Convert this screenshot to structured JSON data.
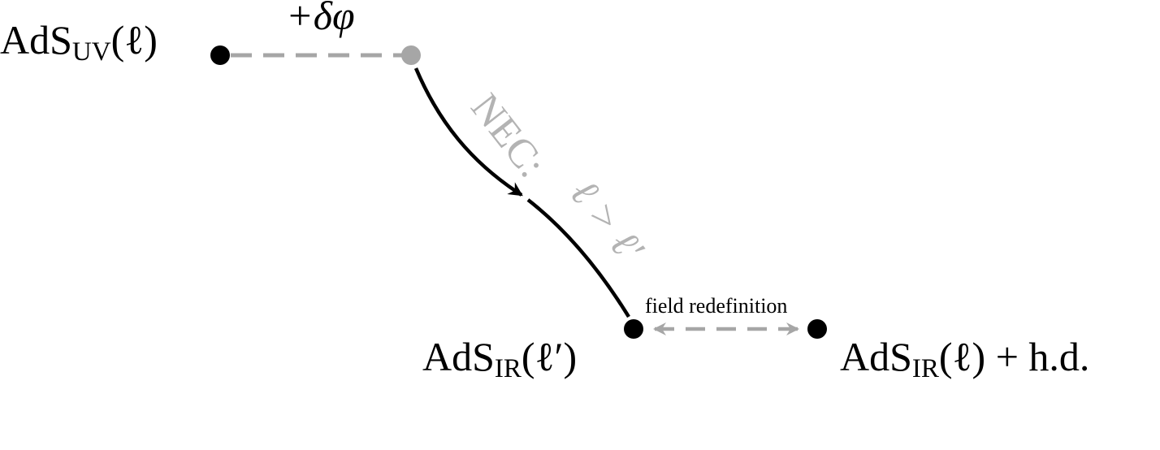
{
  "nodes": {
    "uv": {
      "base": "AdS",
      "sub": "UV",
      "arg": "(ℓ)",
      "suffix": ""
    },
    "ir_prime": {
      "base": "AdS",
      "sub": "IR",
      "arg": "(ℓ′)",
      "suffix": ""
    },
    "ir_hd": {
      "base": "AdS",
      "sub": "IR",
      "arg": "(ℓ)",
      "suffix": " + h.d."
    }
  },
  "edges": {
    "deformation": {
      "label": "+δφ"
    },
    "flow": {
      "label_nec": "NEC:",
      "label_ineq": "ℓ > ℓ′"
    },
    "redefinition": {
      "label": "field redefinition"
    }
  },
  "colors": {
    "black": "#000000",
    "gray": "#a6a6a6",
    "gray_text": "#b3b3b3"
  }
}
